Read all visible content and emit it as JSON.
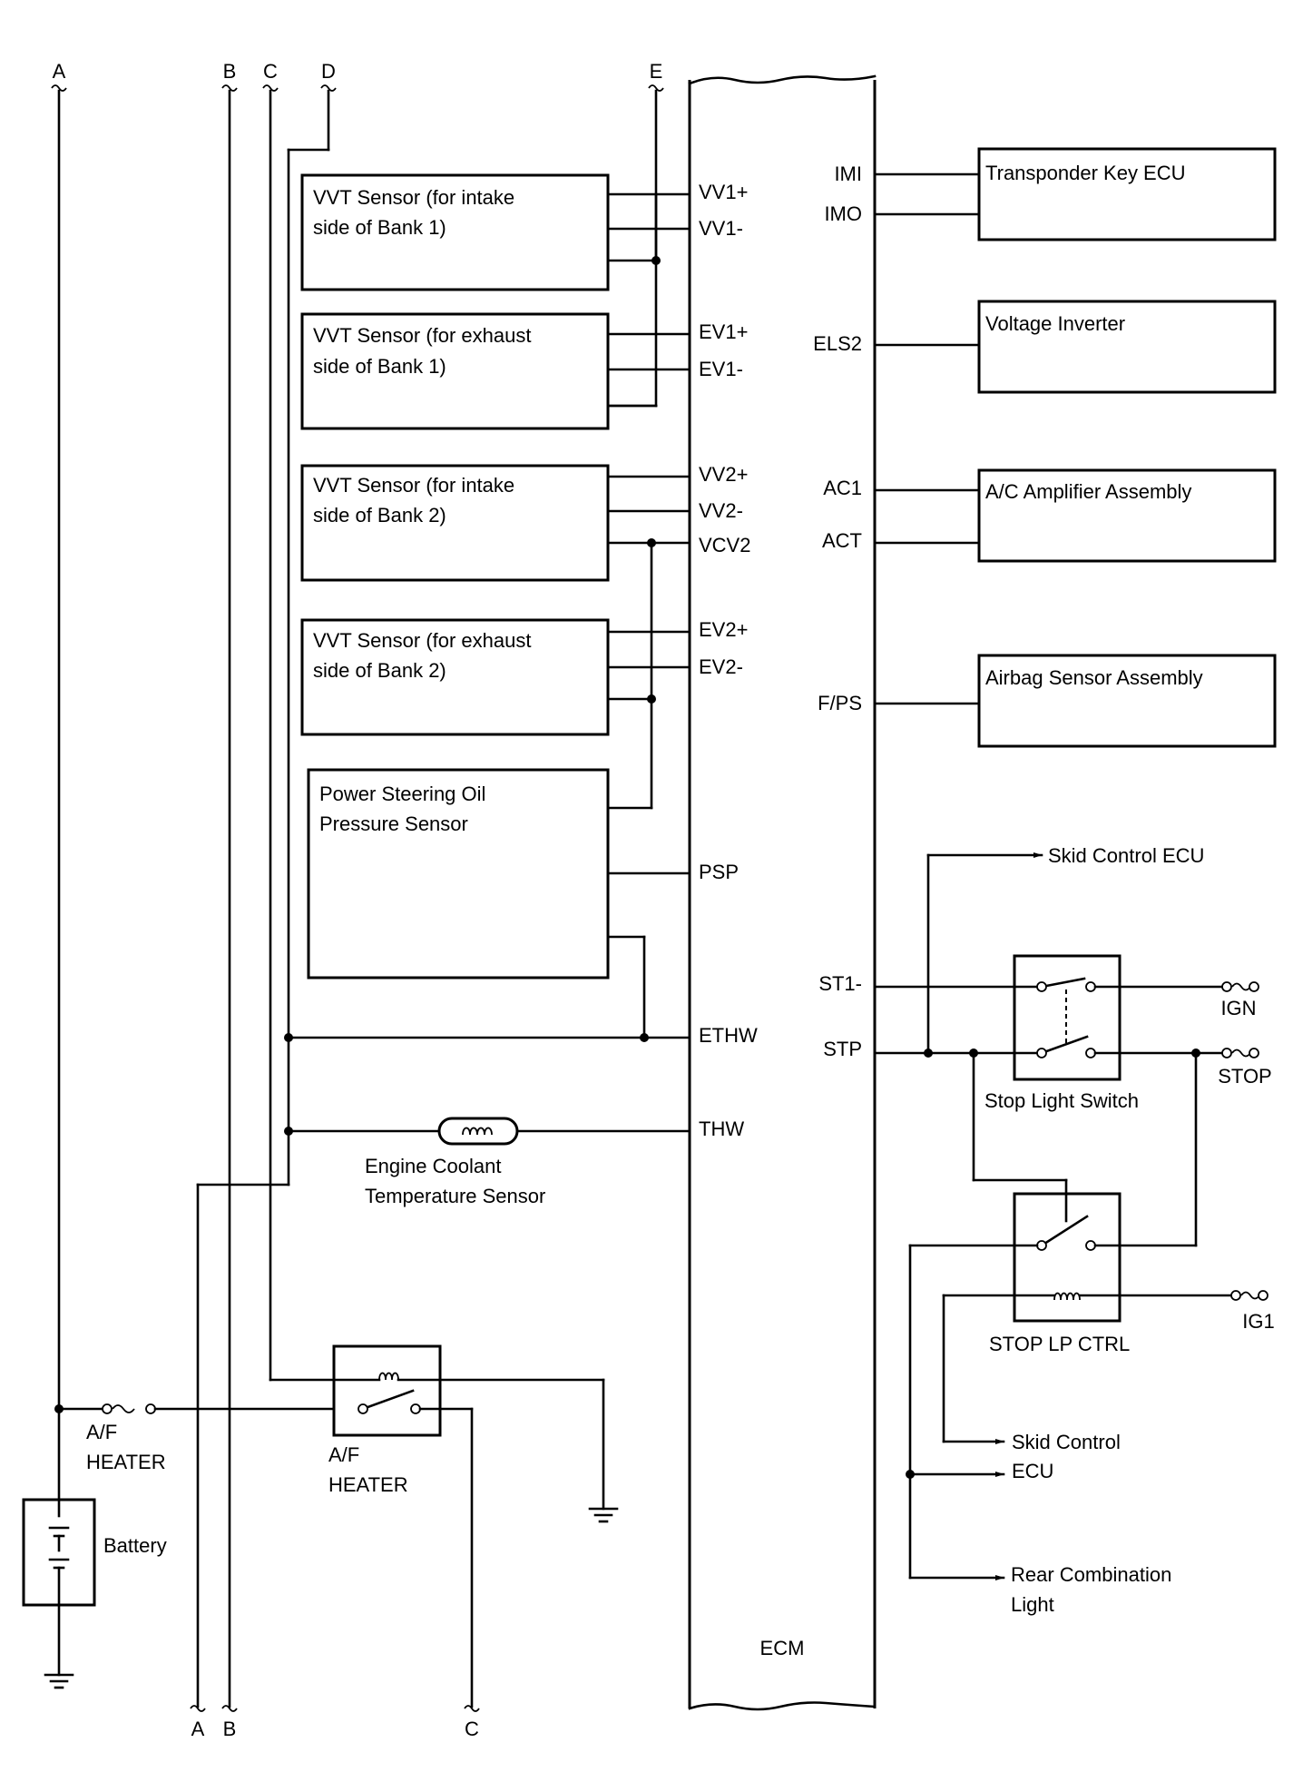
{
  "terminals_top": {
    "a": "A",
    "b": "B",
    "c": "C",
    "d": "D",
    "e": "E"
  },
  "terminals_bottom": {
    "a": "A",
    "b": "B",
    "c": "C"
  },
  "ecm": {
    "name": "ECM",
    "pins_left": {
      "vv1p": "VV1+",
      "vv1m": "VV1-",
      "ev1p": "EV1+",
      "ev1m": "EV1-",
      "vv2p": "VV2+",
      "vv2m": "VV2-",
      "vcv2": "VCV2",
      "ev2p": "EV2+",
      "ev2m": "EV2-",
      "psp": "PSP",
      "ethw": "ETHW",
      "thw": "THW"
    },
    "pins_right": {
      "imi": "IMI",
      "imo": "IMO",
      "els2": "ELS2",
      "ac1": "AC1",
      "act": "ACT",
      "fps": "F/PS",
      "st1": "ST1-",
      "stp": "STP"
    }
  },
  "sensors": {
    "vvt_in_b1": [
      "VVT Sensor (for intake",
      "side of Bank 1)"
    ],
    "vvt_ex_b1": [
      "VVT Sensor (for exhaust",
      "side of Bank 1)"
    ],
    "vvt_in_b2": [
      "VVT Sensor (for intake",
      "side of Bank 2)"
    ],
    "vvt_ex_b2": [
      "VVT Sensor (for exhaust",
      "side of Bank 2)"
    ],
    "ps_oil": [
      "Power Steering Oil",
      "Pressure Sensor"
    ],
    "coolant": [
      "Engine Coolant",
      "Temperature Sensor"
    ]
  },
  "modules": {
    "transponder": "Transponder Key ECU",
    "inverter": "Voltage Inverter",
    "ac_amp": "A/C Amplifier Assembly",
    "airbag": "Airbag Sensor Assembly"
  },
  "left_circuit": {
    "fuse": [
      "A/F",
      "HEATER"
    ],
    "relay": [
      "A/F",
      "HEATER"
    ],
    "battery": "Battery"
  },
  "right_circuit": {
    "skid_top": "Skid Control ECU",
    "ign": "IGN",
    "stop": "STOP",
    "stop_switch": "Stop Light Switch",
    "ig1": "IG1",
    "stop_lp": "STOP LP CTRL",
    "skid_bottom": [
      "Skid Control",
      "ECU"
    ],
    "rear": [
      "Rear Combination",
      "Light"
    ]
  }
}
